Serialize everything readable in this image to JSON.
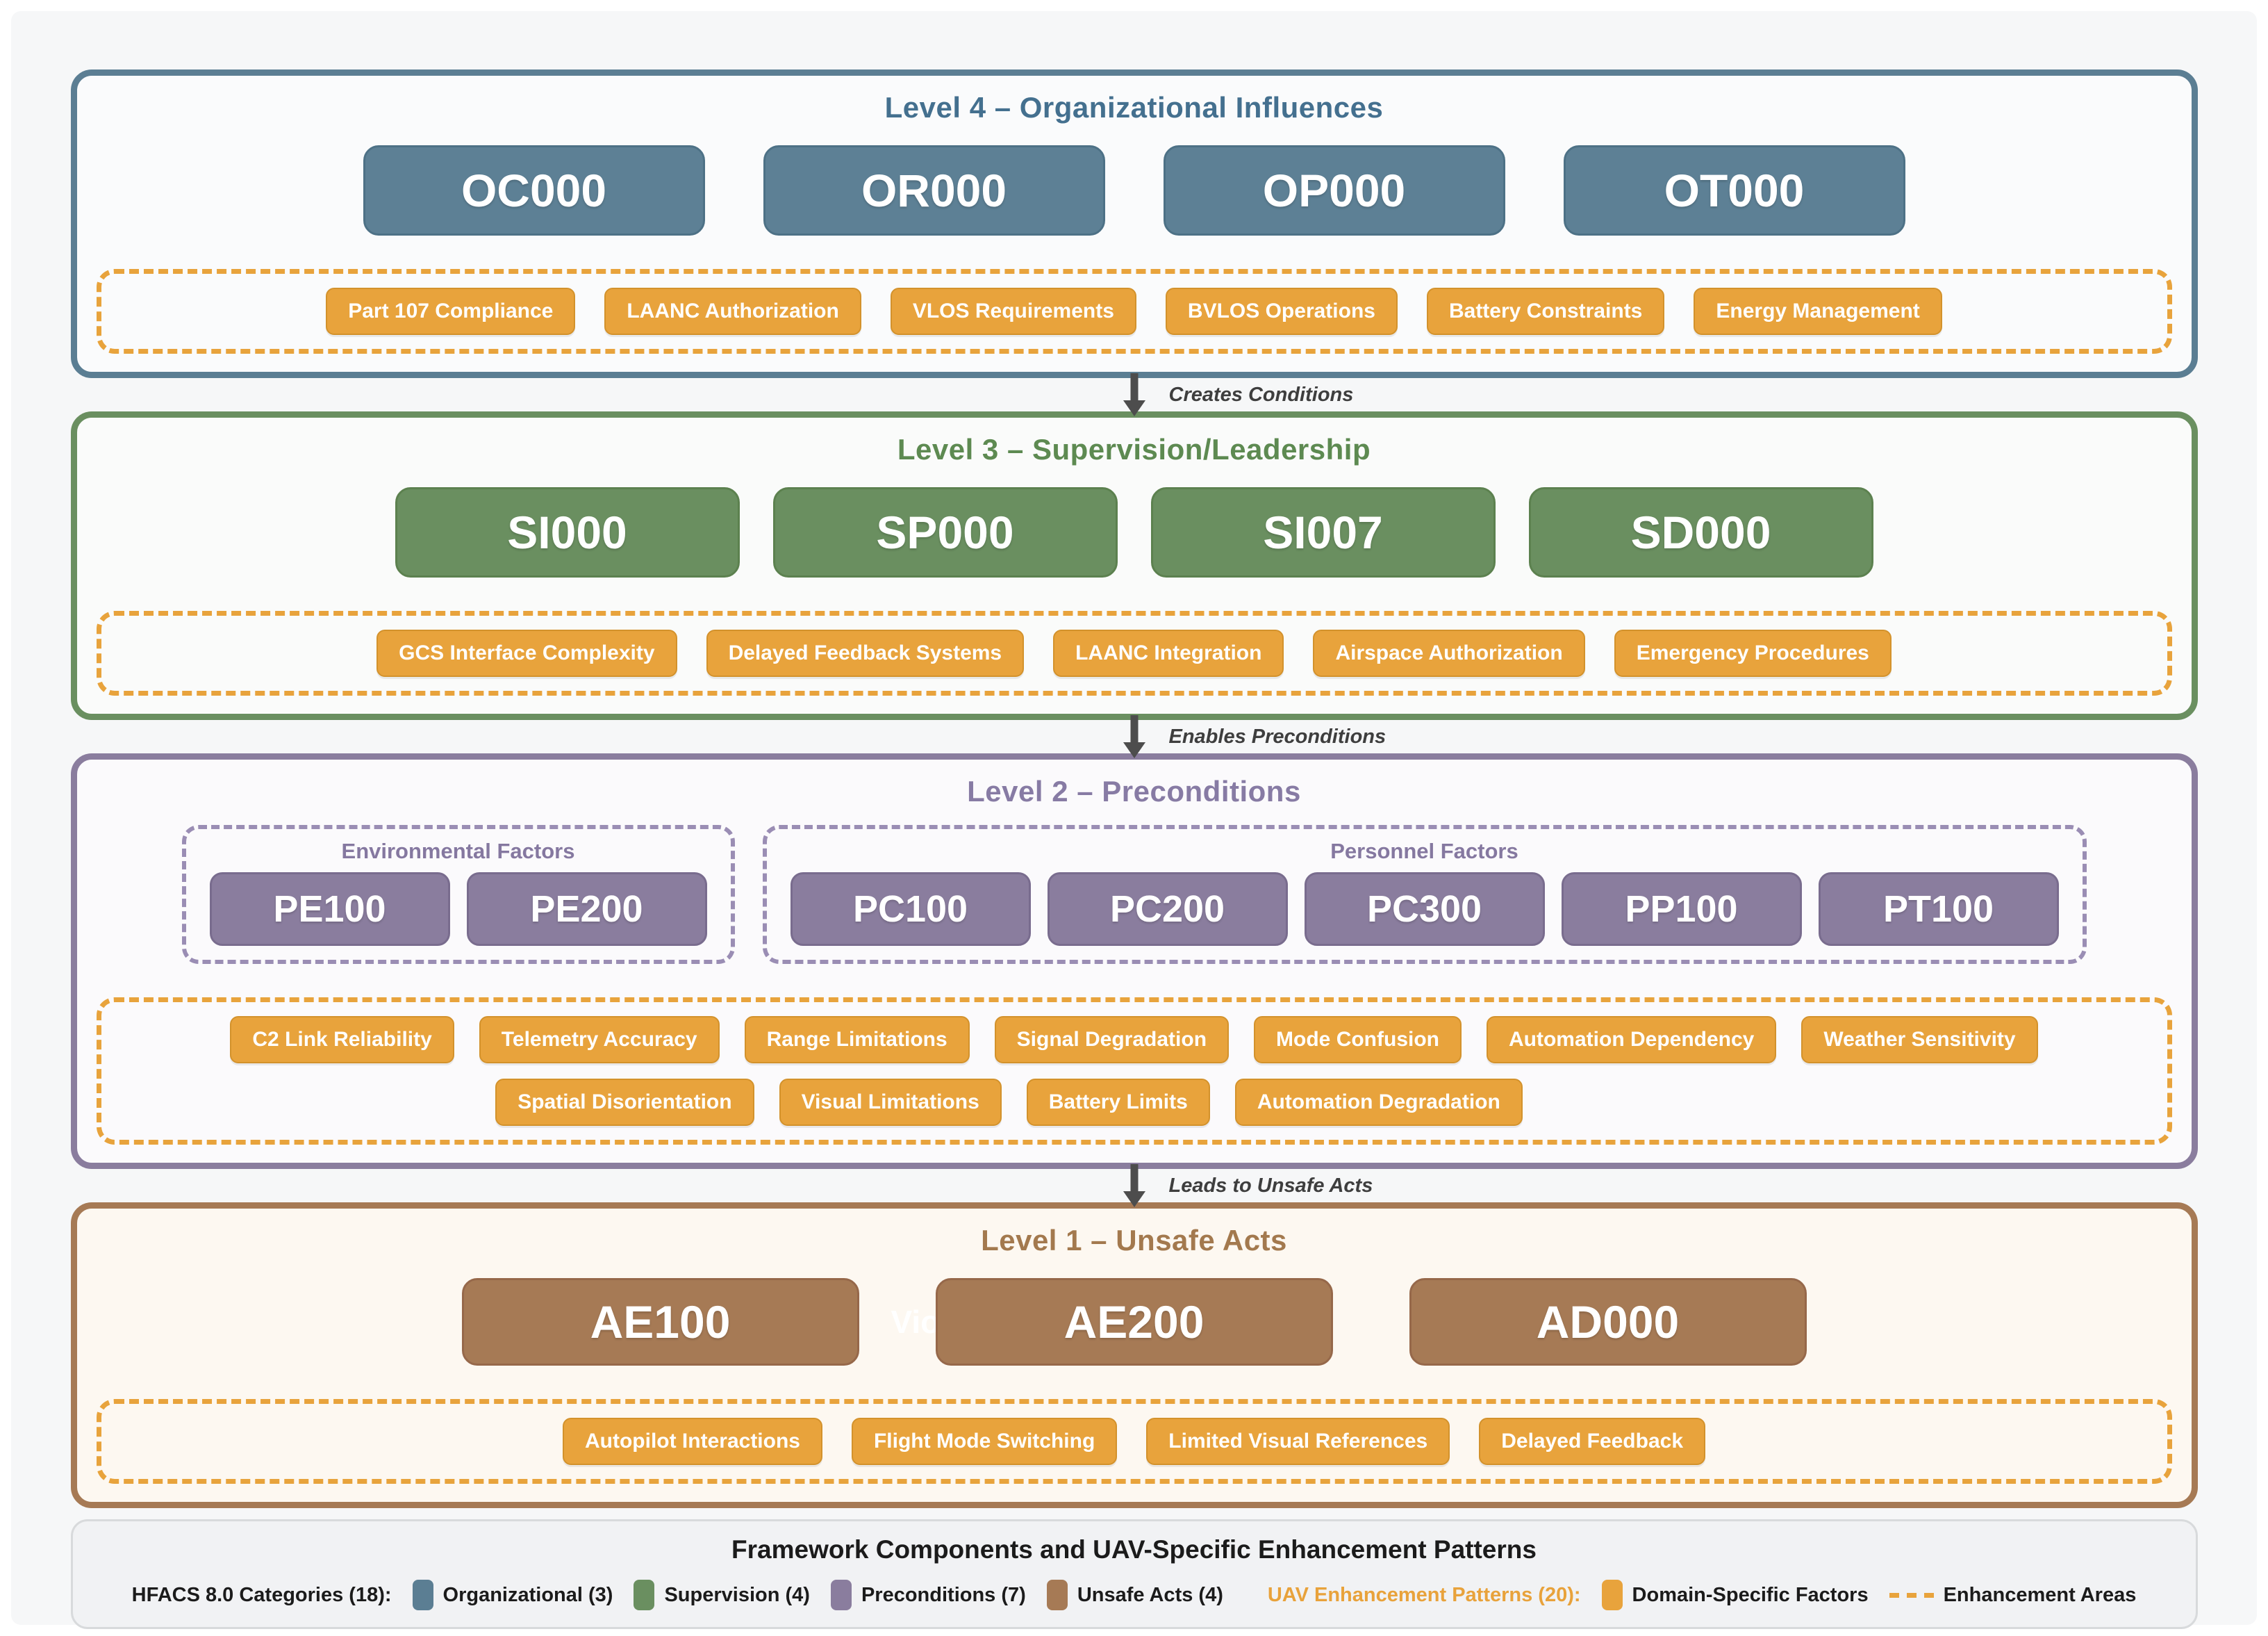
{
  "level4": {
    "title": "Level 4 – Organizational Influences",
    "codes": [
      "OC000",
      "OR000",
      "OP000",
      "OT000"
    ],
    "tags": [
      "Part 107 Compliance",
      "LAANC Authorization",
      "VLOS Requirements",
      "BVLOS Operations",
      "Battery Constraints",
      "Energy Management"
    ],
    "color": "#5b7e93"
  },
  "arrow1": {
    "label": "Creates Conditions"
  },
  "level3": {
    "title": "Level 3 – Supervision/Leadership",
    "codes": [
      "SI000",
      "SP000",
      "SI007",
      "SD000"
    ],
    "tags": [
      "GCS Interface Complexity",
      "Delayed Feedback Systems",
      "LAANC Integration",
      "Airspace Authorization",
      "Emergency Procedures"
    ],
    "color": "#6a8f60"
  },
  "arrow2": {
    "label": "Enables Preconditions"
  },
  "level2": {
    "title": "Level 2 – Preconditions",
    "environmental": {
      "title": "Environmental Factors",
      "codes": [
        "PE100",
        "PE200"
      ]
    },
    "personnel": {
      "title": "Personnel Factors",
      "codes": [
        "PC100",
        "PC200",
        "PC300",
        "PP100",
        "PT100"
      ]
    },
    "tags_row1": [
      "C2 Link Reliability",
      "Telemetry Accuracy",
      "Range Limitations",
      "Signal Degradation",
      "Mode Confusion",
      "Automation Dependency",
      "Weather Sensitivity"
    ],
    "tags_row2": [
      "Spatial Disorientation",
      "Visual Limitations",
      "Battery Limits",
      "Automation Degradation"
    ],
    "color": "#8a7d9e"
  },
  "arrow3": {
    "label": "Leads to Unsafe Acts"
  },
  "level1": {
    "title": "Level 1 – Unsafe Acts",
    "codes": [
      "AE100",
      "AE200",
      "AD000"
    ],
    "ghost_text": "Violations",
    "tags": [
      "Autopilot Interactions",
      "Flight Mode Switching",
      "Limited Visual References",
      "Delayed Feedback"
    ],
    "color": "#a67a55"
  },
  "legend": {
    "title": "Framework Components and UAV-Specific Enhancement Patterns",
    "hfacs_label": "HFACS 8.0 Categories (18):",
    "items": [
      {
        "label": "Organizational (3)",
        "color": "#5b7e93"
      },
      {
        "label": "Supervision (4)",
        "color": "#6a8f60"
      },
      {
        "label": "Preconditions (7)",
        "color": "#8a7d9e"
      },
      {
        "label": "Unsafe Acts (4)",
        "color": "#a67a55"
      }
    ],
    "uav_label": "UAV Enhancement Patterns (20):",
    "uav_item": {
      "label": "Domain-Specific Factors",
      "color": "#e8a33c"
    },
    "dashed_item": {
      "label": "Enhancement Areas",
      "color": "#e8a33c"
    }
  }
}
